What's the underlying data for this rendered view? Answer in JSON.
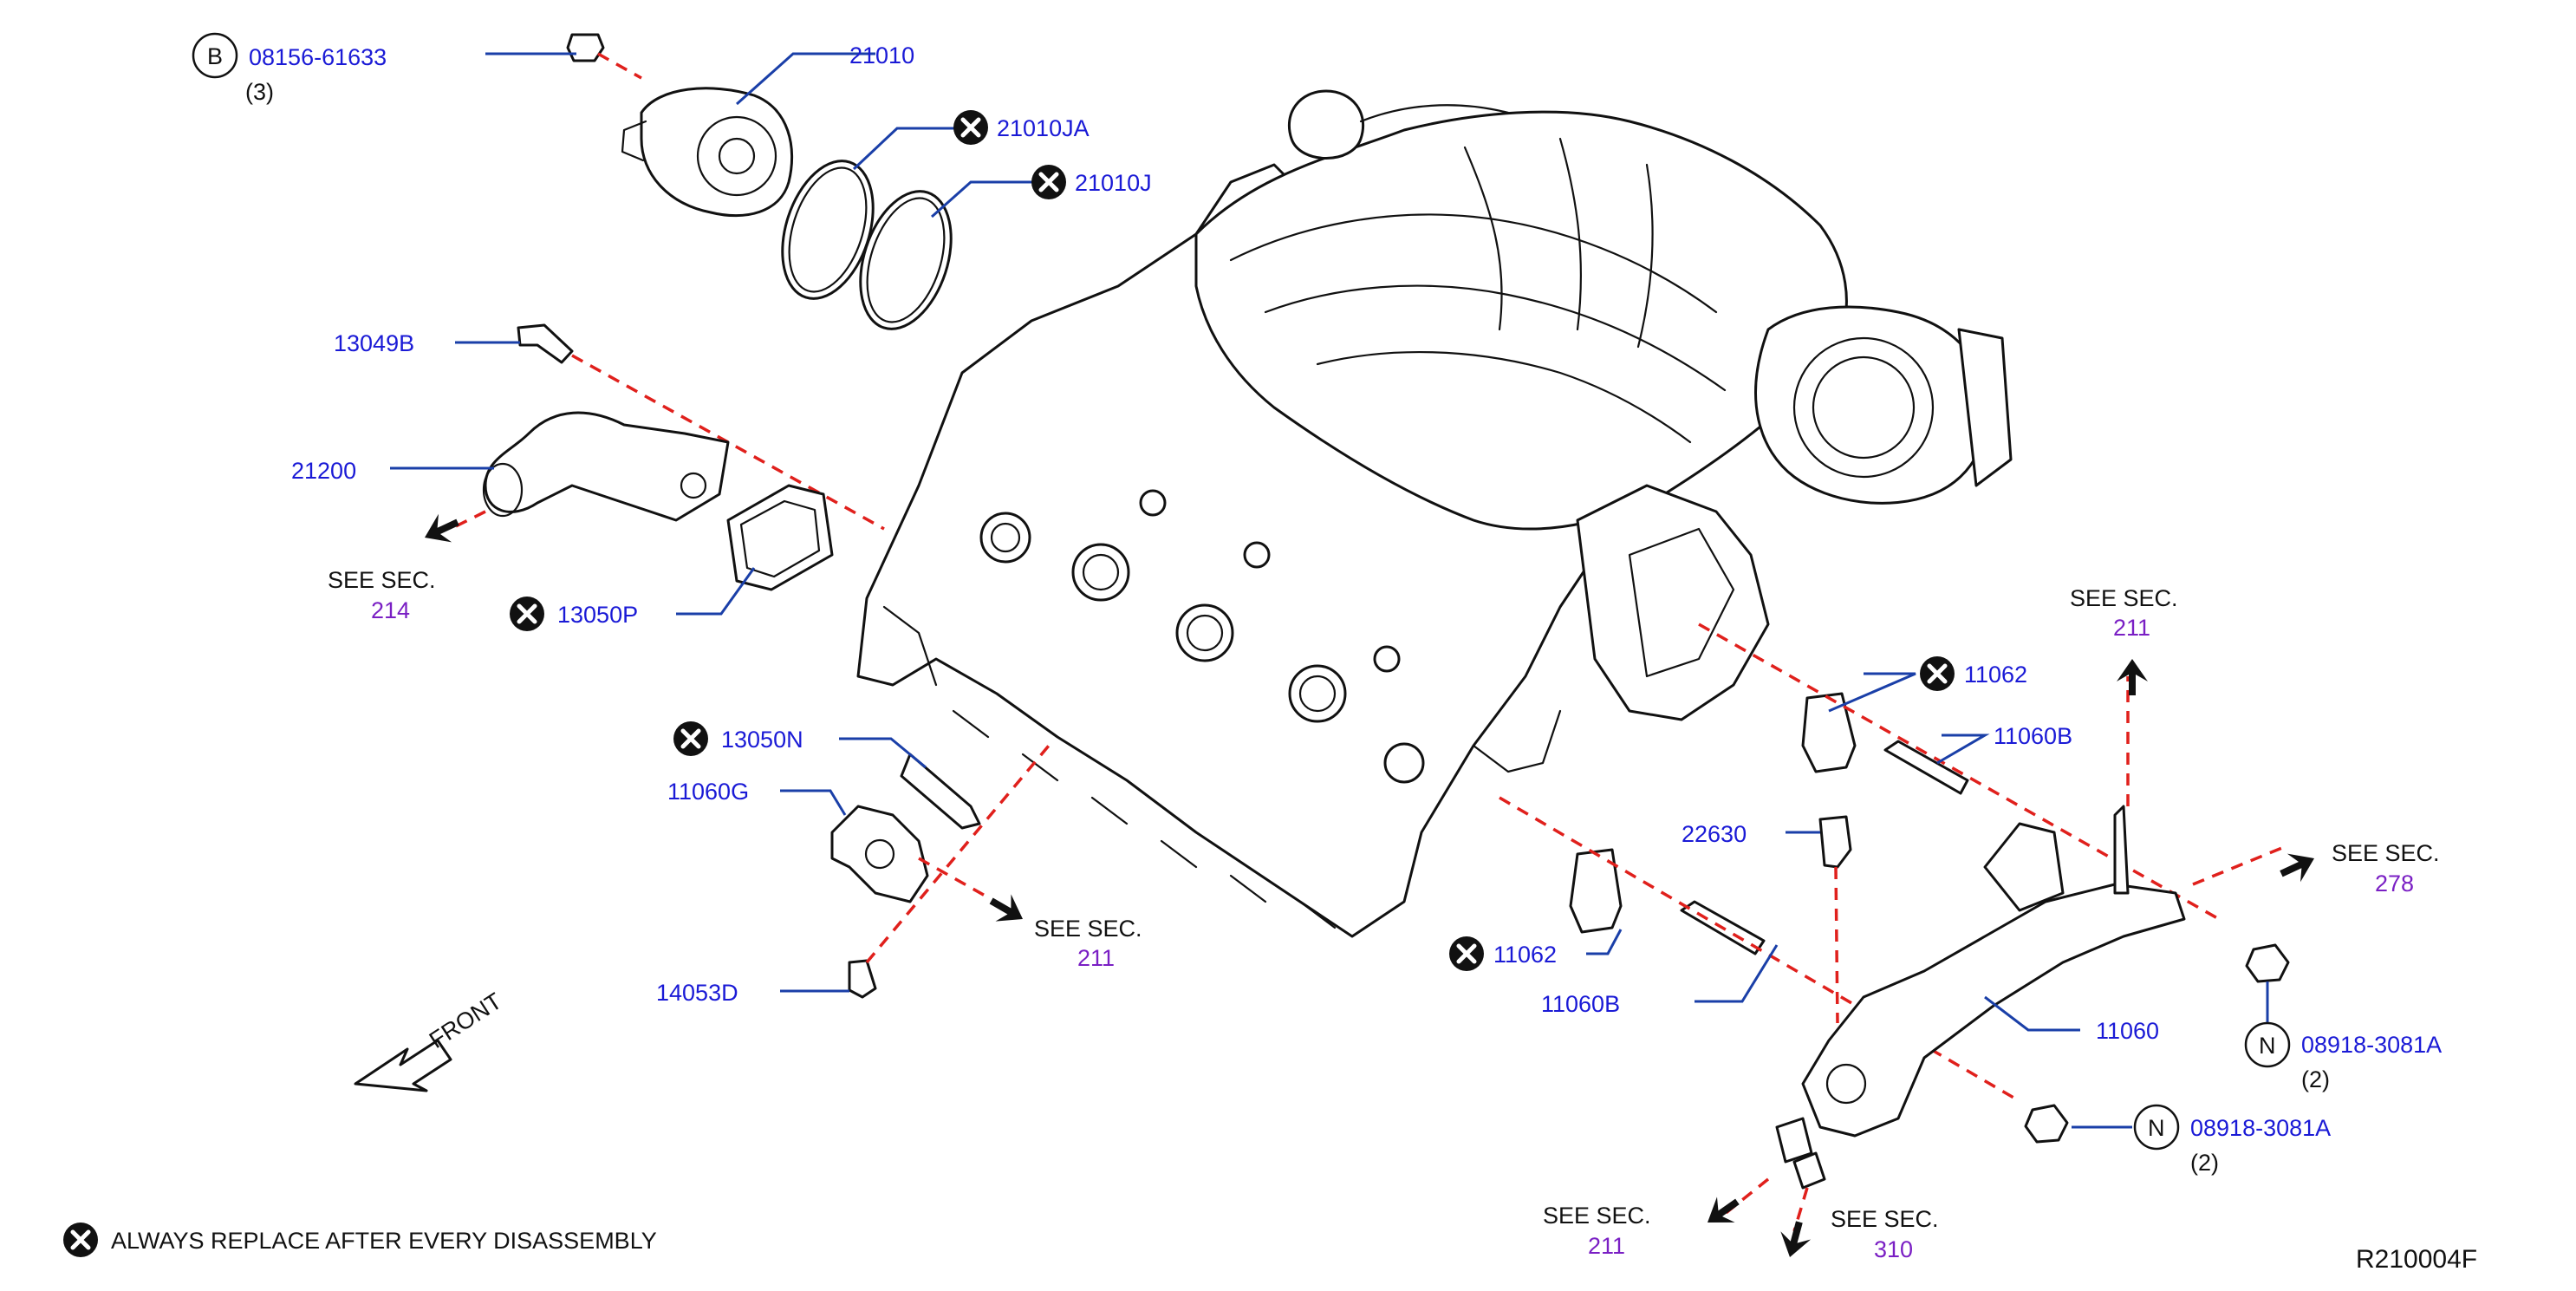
{
  "labels": {
    "b_code": "B",
    "bolt_08156": "08156-61633",
    "qty_3": "(3)",
    "p21010": "21010",
    "p21010JA": "21010JA",
    "p21010J": "21010J",
    "p13049B": "13049B",
    "p21200": "21200",
    "p13050P": "13050P",
    "p13050N": "13050N",
    "p11060G": "11060G",
    "p14053D": "14053D",
    "p22630": "22630",
    "p11062_top": "11062",
    "p11060B_top": "11060B",
    "p11062_bottom": "11062",
    "p11060B_bottom": "11060B",
    "p11060": "11060",
    "n_code_1": "N",
    "n_code_2": "N",
    "nut_1": "08918-3081A",
    "nut_2": "08918-3081A",
    "qty_2a": "(2)",
    "qty_2b": "(2)",
    "front": "FRONT",
    "legend": "ALWAYS   REPLACE   AFTER   EVERY   DISASSEMBLY",
    "diagram_id": "R210004F"
  },
  "see_refs": [
    {
      "see": "SEE    SEC.",
      "sec": "214"
    },
    {
      "see": "SEE    SEC.",
      "sec": "211"
    },
    {
      "see": "SEE    SEC.",
      "sec": "211"
    },
    {
      "see": "SEE    SEC.",
      "sec": "278"
    },
    {
      "see": "SEE    SEC.",
      "sec": "211"
    },
    {
      "see": "SEE    SEC.",
      "sec": "310"
    }
  ]
}
